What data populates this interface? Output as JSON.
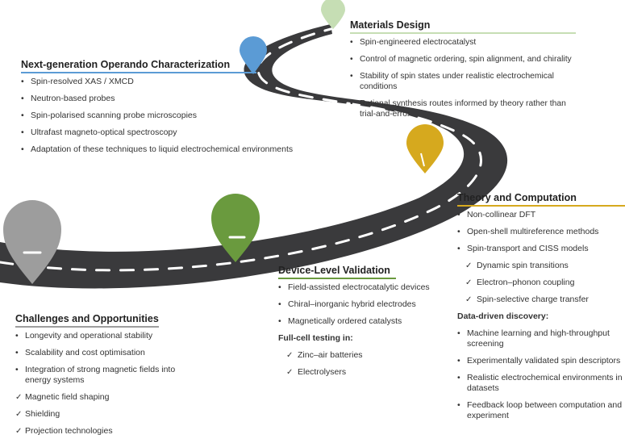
{
  "colors": {
    "road": "#3a3a3c",
    "road_dash": "#ffffff",
    "materials": "#c6deb4",
    "nextgen": "#5b9bd5",
    "theory": "#d6a91e",
    "device": "#6a9a3e",
    "challenges": "#9d9d9d"
  },
  "sections": {
    "materials": {
      "title": "Materials Design",
      "items": [
        "Spin-engineered electrocatalyst",
        "Control of magnetic ordering, spin alignment, and chirality",
        "Stability of spin states under realistic electrochemical conditions",
        "Rational synthesis routes informed by theory rather than trial-and-error"
      ]
    },
    "nextgen": {
      "title": "Next-generation Operando Characterization",
      "items": [
        "Spin-resolved XAS / XMCD",
        "Neutron-based probes",
        "Spin-polarised scanning probe microscopies",
        "Ultrafast magneto-optical spectroscopy",
        "Adaptation of these techniques to liquid electrochemical environments"
      ]
    },
    "theory": {
      "title": "Theory and Computation",
      "items": [
        "Non-collinear DFT",
        "Open-shell multireference methods",
        "Spin-transport and CISS models"
      ],
      "checks": [
        "Dynamic spin transitions",
        "Electron–phonon coupling",
        "Spin-selective charge transfer"
      ],
      "subtitle": "Data-driven discovery:",
      "items2": [
        "Machine learning and high-throughput screening",
        "Experimentally validated spin descriptors",
        "Realistic electrochemical environments in datasets",
        "Feedback loop between computation and experiment"
      ]
    },
    "device": {
      "title": "Device-Level Validation",
      "items": [
        "Field-assisted electrocatalytic devices",
        "Chiral–inorganic hybrid electrodes",
        "Magnetically ordered catalysts"
      ],
      "subtitle": "Full-cell testing in:",
      "checks": [
        "Zinc–air batteries",
        "Electrolysers"
      ]
    },
    "challenges": {
      "title": "Challenges and Opportunities",
      "items": [
        "Longevity and operational stability",
        "Scalability and cost optimisation",
        "Integration of strong magnetic fields into energy systems"
      ],
      "checks": [
        "Magnetic field shaping",
        "Shielding",
        "Projection technologies"
      ]
    }
  }
}
